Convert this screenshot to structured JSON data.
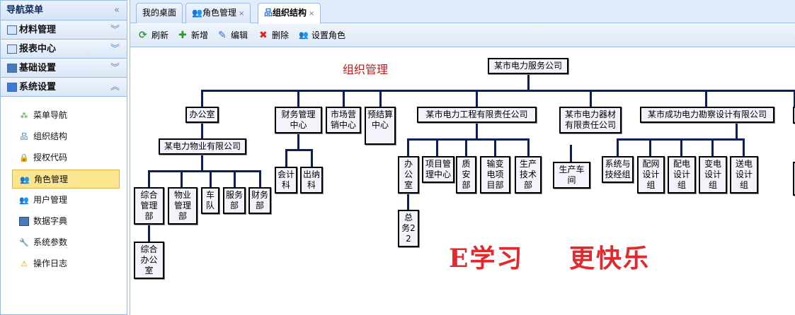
{
  "sidebar": {
    "title": "导航菜单",
    "sections": [
      "材料管理",
      "报表中心",
      "基础设置",
      "系统设置"
    ],
    "items": [
      "菜单导航",
      "组织结构",
      "授权代码",
      "角色管理",
      "用户管理",
      "数据字典",
      "系统参数",
      "操作日志"
    ]
  },
  "tabs": [
    "我的桌面",
    "角色管理",
    "组织结构"
  ],
  "toolbar": [
    "刷新",
    "新增",
    "编辑",
    "删除",
    "设置角色"
  ],
  "org": {
    "title": "组织管理",
    "root": "某市电力服务公司",
    "l1": [
      "办公室",
      "财务管理中心",
      "市场营销中心",
      "预结算中心",
      "某市电力工程有限责任公司",
      "某市电力器材有限责任公司",
      "某市成功电力勘察设计有限公司"
    ],
    "wuye": "某电力物业有限公司",
    "wuye_children": [
      "综合管理部",
      "物业管理部",
      "车队",
      "服务部",
      "财务部"
    ],
    "zonghe_child": "综合办公室",
    "caiwu_children": [
      "会计科",
      "出纳科"
    ],
    "gongcheng_children": [
      "办公室",
      "项目管理中心",
      "质安部",
      "输变电项目部",
      "生产技术部"
    ],
    "bangong_child": "总务22",
    "qicai_children": [
      "生产车间"
    ],
    "sheji_children": [
      "系统与技经组",
      "配网设计组",
      "配电设计组",
      "变电设计组",
      "送电设计组"
    ]
  },
  "watermark": [
    "E学习",
    "更快乐"
  ]
}
